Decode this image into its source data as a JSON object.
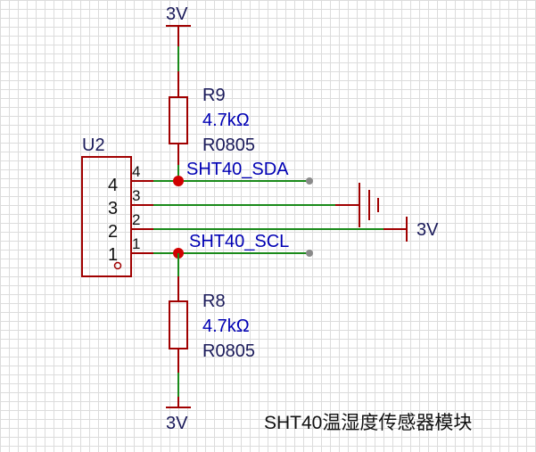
{
  "supply_top": {
    "label": "3V"
  },
  "supply_bottom": {
    "label": "3V"
  },
  "supply_right": {
    "label": "3V"
  },
  "r9": {
    "designator": "R9",
    "value": "4.7kΩ",
    "package": "R0805"
  },
  "r8": {
    "designator": "R8",
    "value": "4.7kΩ",
    "package": "R0805"
  },
  "u2": {
    "designator": "U2",
    "pins": [
      {
        "outer": "4",
        "inner": "4"
      },
      {
        "outer": "3",
        "inner": "3"
      },
      {
        "outer": "2",
        "inner": "2"
      },
      {
        "outer": "1",
        "inner": "1"
      }
    ]
  },
  "nets": {
    "sda": "SHT40_SDA",
    "scl": "SHT40_SCL"
  },
  "module_title": "SHT40温湿度传感器模块",
  "colors": {
    "wire": "#1a8a1a",
    "component": "#a00000",
    "net_label": "#0000b4",
    "junction": "#d00000"
  }
}
